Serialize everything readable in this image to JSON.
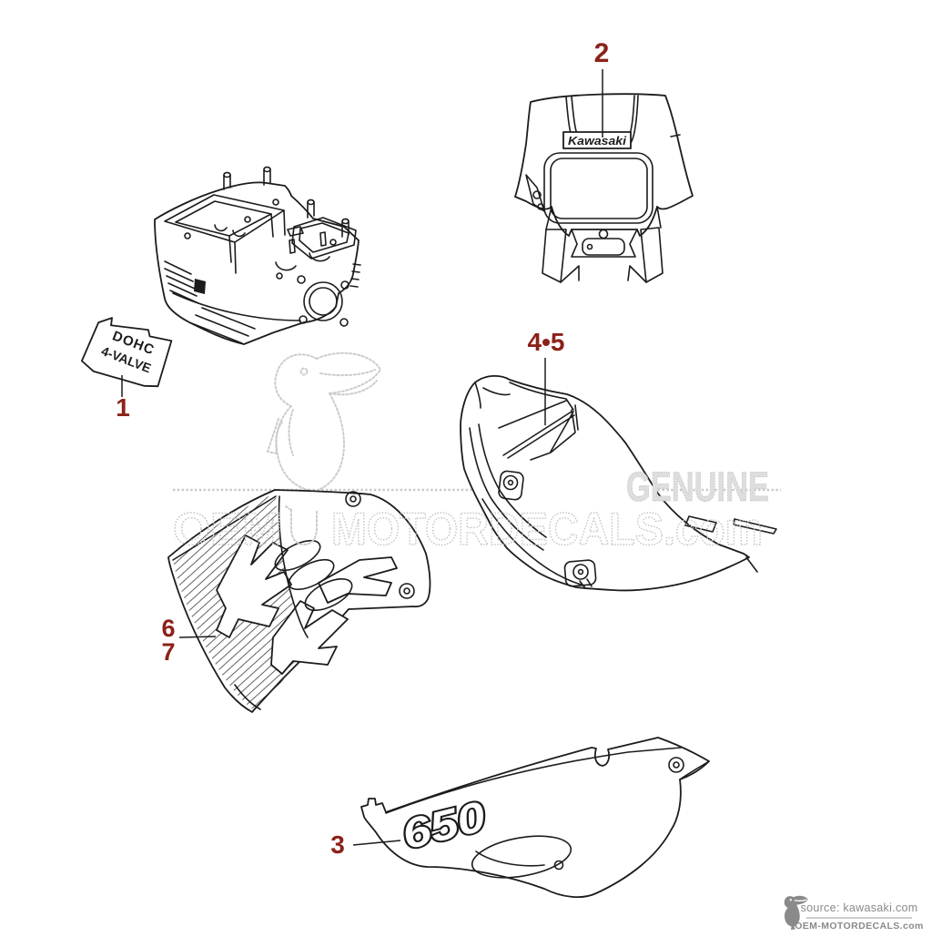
{
  "page": {
    "background": "#ffffff",
    "description": "Kawasaki decals parts diagram"
  },
  "callouts": [
    {
      "label": "1",
      "target": "dohc-4-valve-decal"
    },
    {
      "label": "2",
      "target": "headlight-cowl-kawasaki-decal"
    },
    {
      "label": "3",
      "target": "side-cover-650-decal"
    },
    {
      "label": "4•5",
      "target": "tail-cowl-decals"
    },
    {
      "label": "6",
      "target": "shroud-graphic-decal"
    },
    {
      "label": "7",
      "target": "shroud-graphic-decal"
    }
  ],
  "decals": {
    "dohc_line1": "DOHC",
    "dohc_line2": "4-VALVE",
    "kawasaki_logo": "Kawasaki",
    "side_cover_number": "650"
  },
  "watermark": {
    "oem": "OEM",
    "motordecals": "MOTORDECALS.com",
    "genuine": "GENUINE"
  },
  "footer": {
    "source": "source: kawasaki.com",
    "site": "OEM-MOTORDECALS.com"
  },
  "colors": {
    "callout_red": "#8b2219",
    "line_black": "#1c1c1c",
    "watermark_gray": "#c6c6c6",
    "footer_gray": "#8a8a8a"
  }
}
